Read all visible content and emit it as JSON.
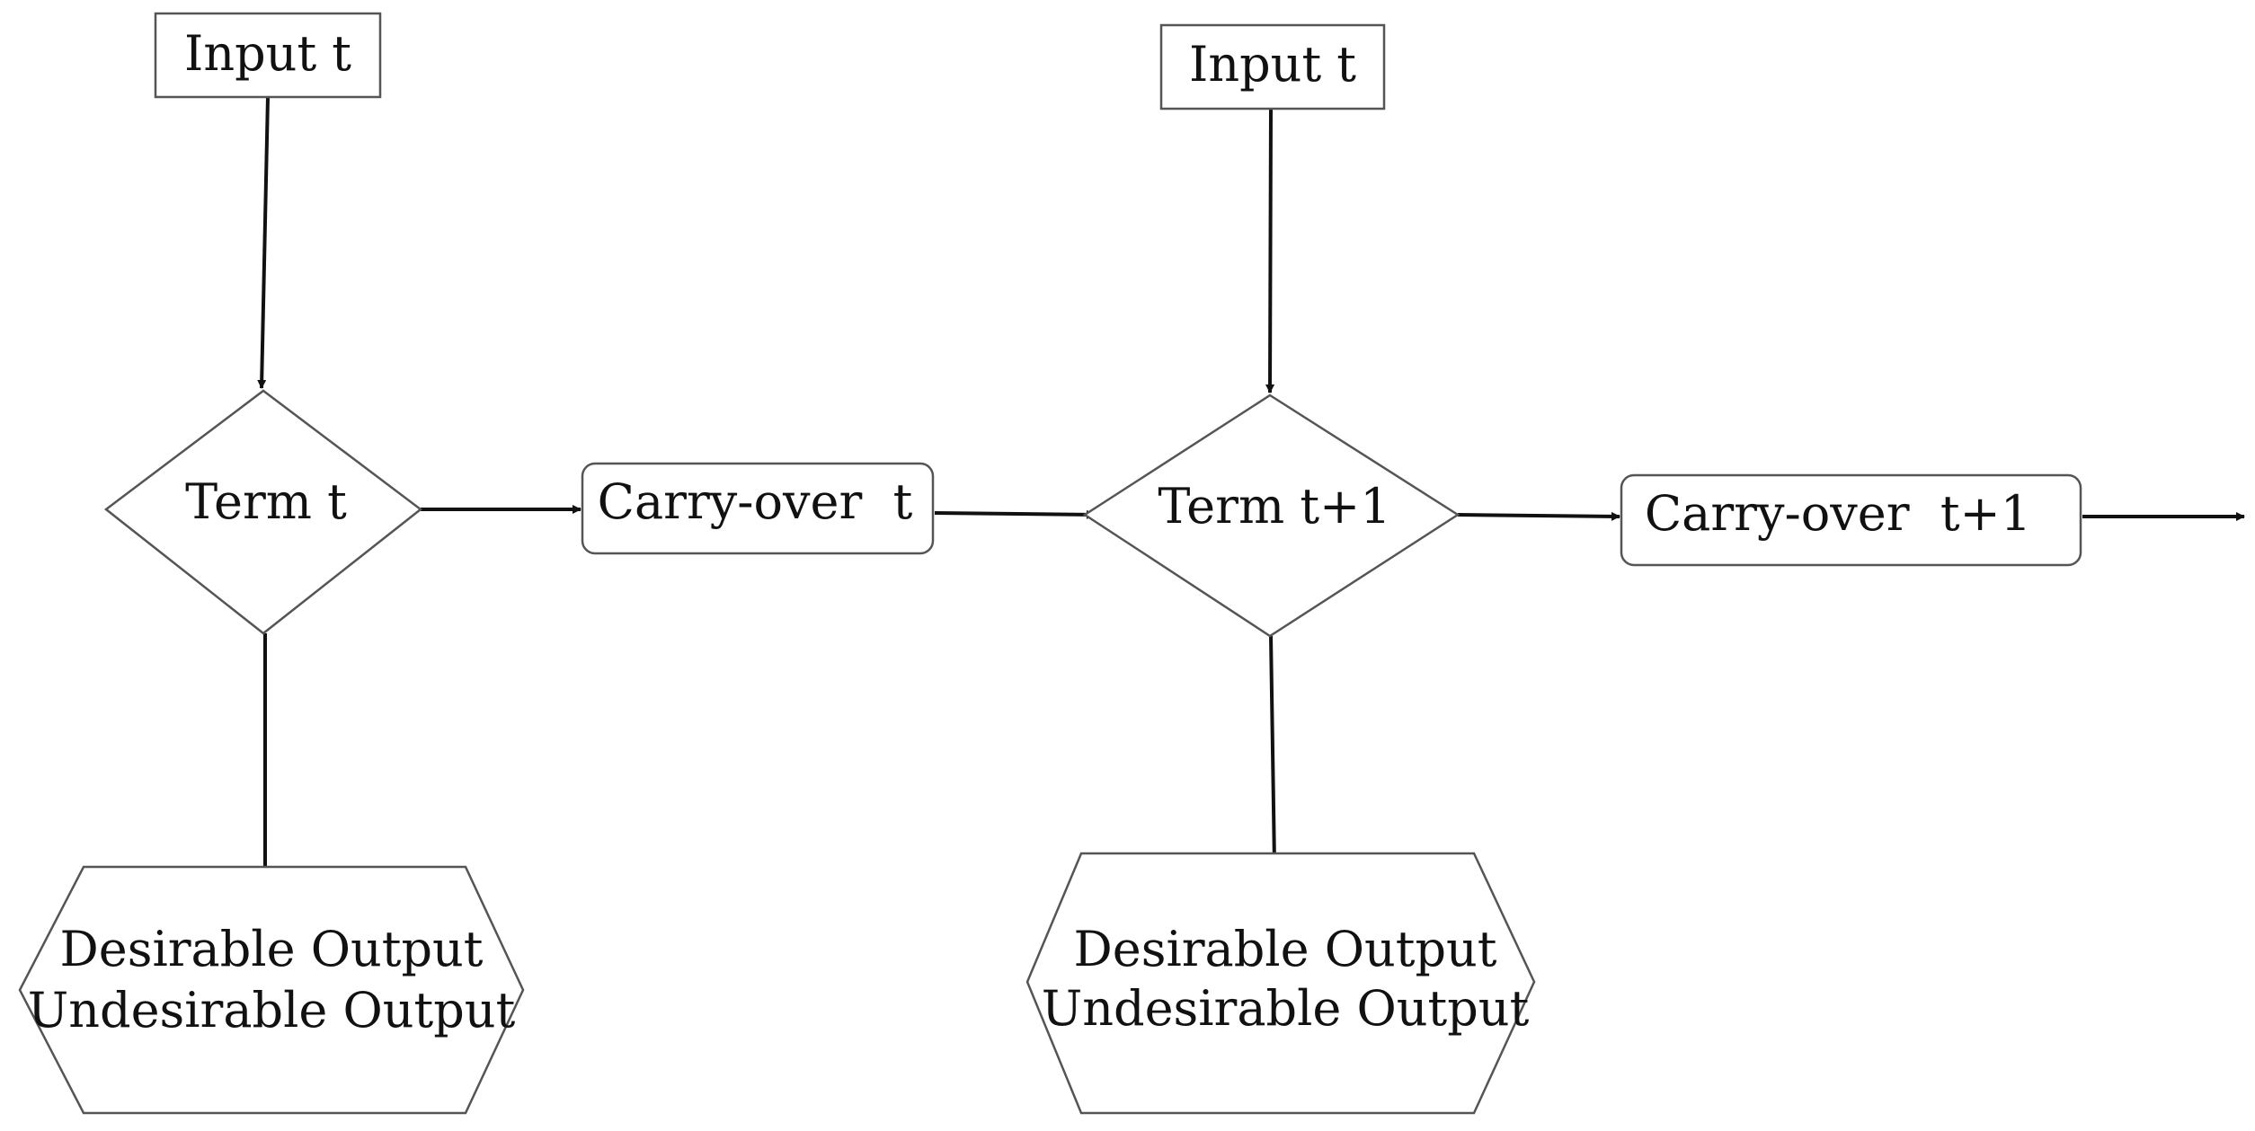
{
  "nodes": {
    "input_1": {
      "label": "Input t"
    },
    "term_1": {
      "label": "Term t"
    },
    "carry_1": {
      "label": "Carry-over  t"
    },
    "output_1": {
      "line1": "Desirable Output",
      "line2": "Undesirable Output"
    },
    "input_2": {
      "label": "Input t"
    },
    "term_2": {
      "label": "Term t+1"
    },
    "carry_2": {
      "label": "Carry-over  t+1"
    },
    "output_2": {
      "line1": "Desirable Output",
      "line2": "Undesirable Output"
    }
  },
  "edges": [
    {
      "from": "input_1",
      "to": "term_1"
    },
    {
      "from": "term_1",
      "to": "carry_1"
    },
    {
      "from": "term_1",
      "to": "output_1"
    },
    {
      "from": "carry_1",
      "to": "term_2"
    },
    {
      "from": "input_2",
      "to": "term_2"
    },
    {
      "from": "term_2",
      "to": "carry_2"
    },
    {
      "from": "term_2",
      "to": "output_2"
    },
    {
      "from": "carry_2",
      "to": "next-period"
    }
  ],
  "colors": {
    "stroke": "#555555",
    "arrow": "#111111",
    "background": "#ffffff"
  }
}
